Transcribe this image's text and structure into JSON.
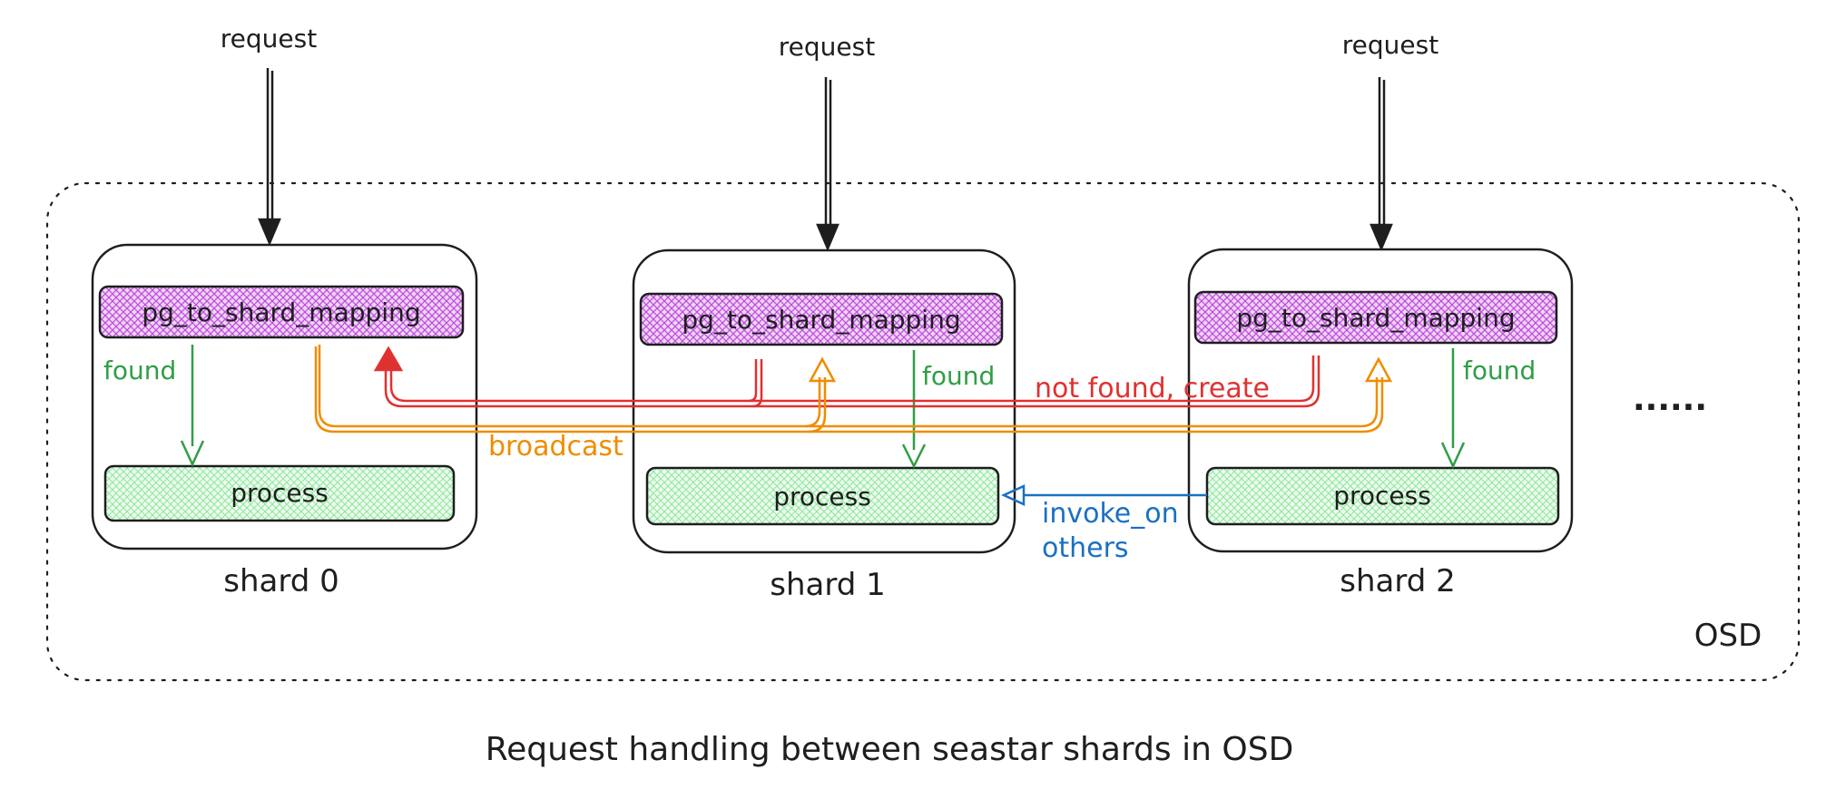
{
  "colors": {
    "ink": "#1e1e1e",
    "mapping_fill": "#be4bdb",
    "process_fill": "#b2f2bb",
    "found": "#2f9e44",
    "not_found": "#e03131",
    "broadcast": "#f08c00",
    "invoke_on": "#1971c2"
  },
  "request_label": "request",
  "shards": [
    {
      "label": "shard 0",
      "mapping": "pg_to_shard_mapping",
      "process": "process",
      "found": "found"
    },
    {
      "label": "shard 1",
      "mapping": "pg_to_shard_mapping",
      "process": "process",
      "found": "found"
    },
    {
      "label": "shard 2",
      "mapping": "pg_to_shard_mapping",
      "process": "process",
      "found": "found"
    }
  ],
  "edges": {
    "not_found": "not found, create",
    "broadcast": "broadcast",
    "invoke_on_line1": "invoke_on",
    "invoke_on_line2": "others"
  },
  "ellipsis": "......",
  "container_label": "OSD",
  "caption": "Request handling between seastar shards in OSD"
}
